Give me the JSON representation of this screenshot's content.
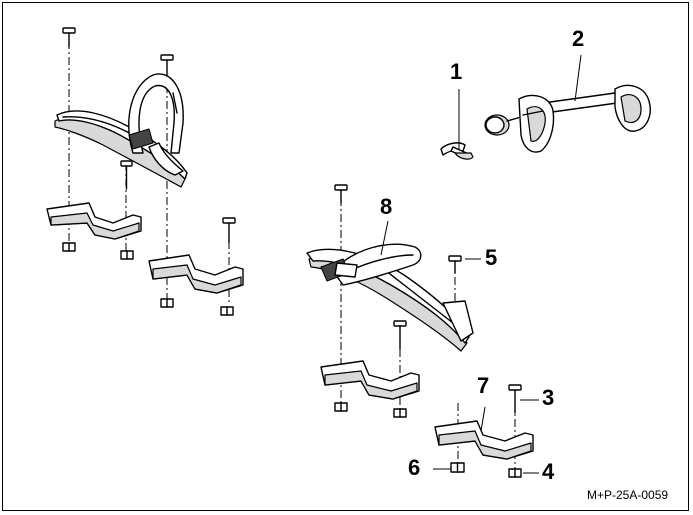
{
  "callouts": {
    "c1": "1",
    "c2": "2",
    "c3": "3",
    "c4": "4",
    "c5": "5",
    "c6": "6",
    "c7": "7",
    "c8": "8"
  },
  "figure_reference": "M+P-25A-0059"
}
